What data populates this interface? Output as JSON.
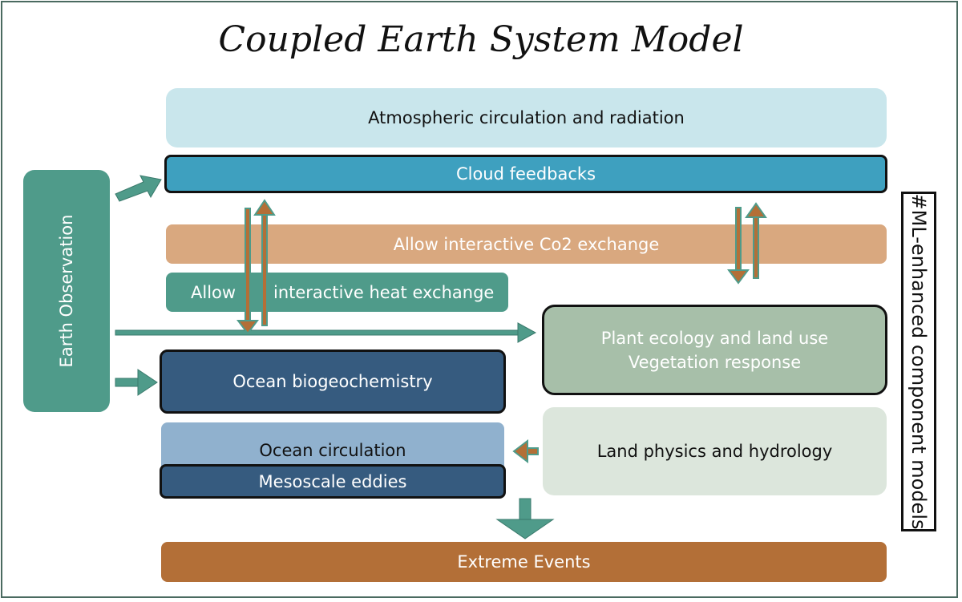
{
  "title": "Coupled Earth System Model",
  "boxes": {
    "atmosphere": "Atmospheric circulation and radiation",
    "cloud": "Cloud feedbacks",
    "co2": "Allow interactive Co2 exchange",
    "heat_left": "Allow",
    "heat_right": "interactive heat exchange",
    "plant_line1": "Plant ecology and land use",
    "plant_line2": "Vegetation response",
    "ocean_bio": "Ocean biogeochemistry",
    "ocean_circ": "Ocean circulation",
    "mesoscale": "Mesoscale eddies",
    "land": "Land physics and hydrology",
    "extreme": "Extreme Events"
  },
  "side": {
    "earth_observation": "Earth Observation",
    "ml_label": "#ML-enhanced component models"
  },
  "colors": {
    "atmosphere": "#c9e6ec",
    "cloud": "#3ea0bf",
    "co2": "#d9a87f",
    "heat": "#4f9b8a",
    "plant": "#a7bfa9",
    "ocean_bio": "#365b7f",
    "ocean_circ": "#90b1ce",
    "land": "#dce6dc",
    "extreme": "#b36f37",
    "teal_arrow": "#4f9b8a",
    "brown_arrow": "#b36f37"
  }
}
